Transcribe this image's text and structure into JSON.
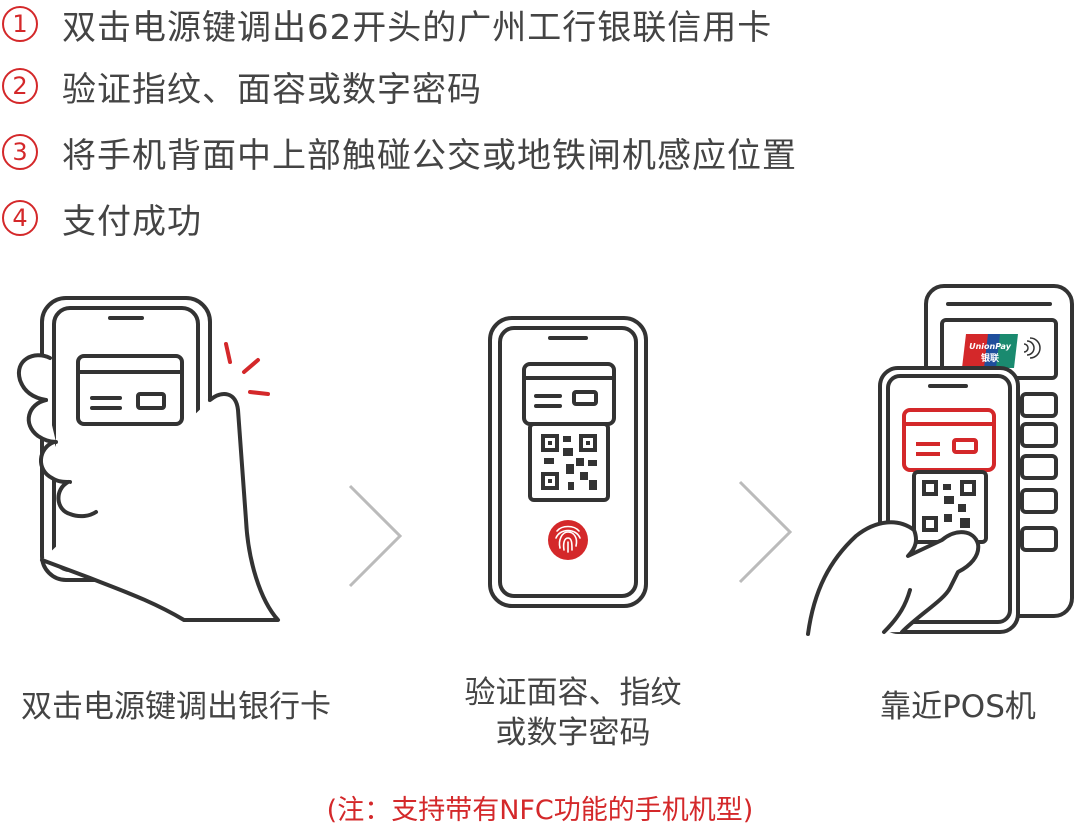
{
  "steps": [
    {
      "num": "1",
      "text": "双击电源键调出62开头的广州工行银联信用卡"
    },
    {
      "num": "2",
      "text": "验证指纹、面容或数字密码"
    },
    {
      "num": "3",
      "text": "将手机背面中上部触碰公交或地铁闸机感应位置"
    },
    {
      "num": "4",
      "text": "支付成功"
    }
  ],
  "captions": {
    "left": "双击电源键调出银行卡",
    "middle_line1": "验证面容、指纹",
    "middle_line2": "或数字密码",
    "right": "靠近POS机"
  },
  "unionpay": {
    "line1": "UnionPay",
    "line2": "银联"
  },
  "note": "(注：支持带有NFC功能的手机机型)",
  "colors": {
    "accent": "#d4282a",
    "ink": "#333333",
    "text": "#444444"
  },
  "icons": [
    "hand-icon",
    "phone-icon",
    "bank-card-icon",
    "qr-code-icon",
    "fingerprint-icon",
    "chevron-right-icon",
    "pos-terminal-icon",
    "unionpay-logo-icon",
    "contactless-icon"
  ]
}
